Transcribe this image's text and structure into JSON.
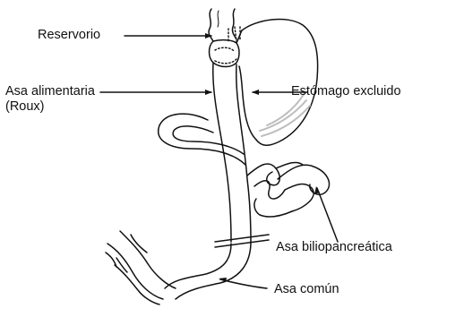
{
  "labels": {
    "reservorio": "Reservorio",
    "asa_alimentaria_line1": "Asa alimentaria",
    "asa_alimentaria_line2": "(Roux)",
    "estomago_excluido": "Estómago excluido",
    "asa_biliopancreatica": "Asa biliopancreática",
    "asa_comun": "Asa común"
  },
  "colors": {
    "ink": "#111111",
    "shade": "#bdbdbd"
  }
}
